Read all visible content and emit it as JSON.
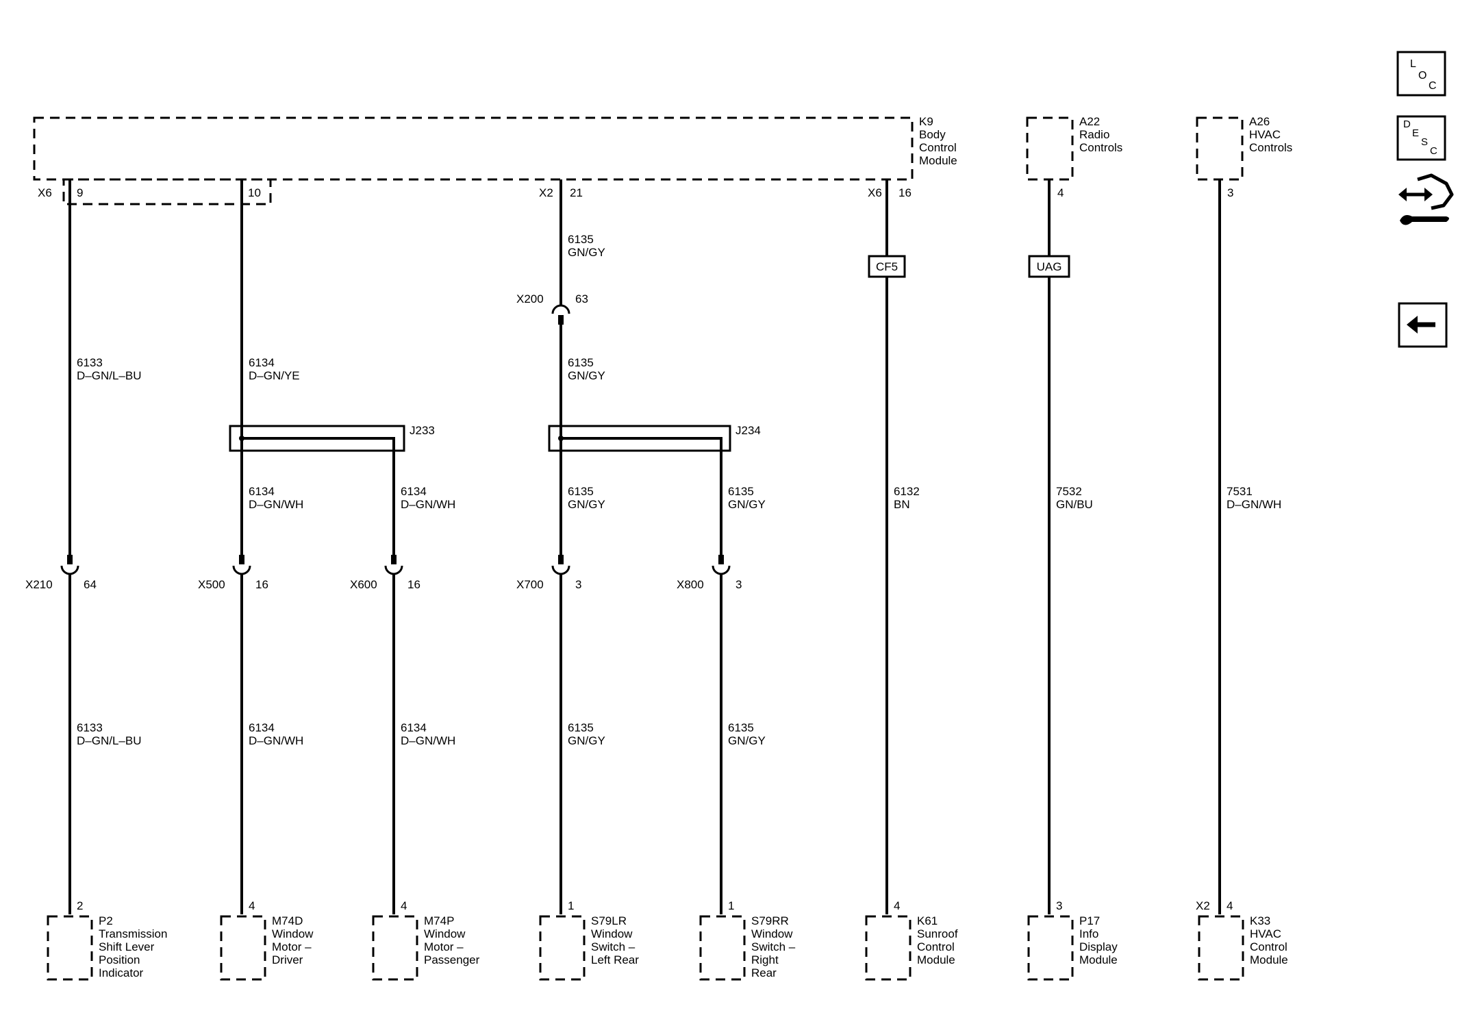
{
  "modules": {
    "k9": {
      "ref": "K9",
      "lines": [
        "Body",
        "Control",
        "Module"
      ]
    },
    "a22": {
      "ref": "A22",
      "lines": [
        "Radio",
        "Controls"
      ]
    },
    "a26": {
      "ref": "A26",
      "lines": [
        "HVAC",
        "Controls"
      ]
    }
  },
  "k9_pins": {
    "x6": "X6",
    "pin9": "9",
    "pin10": "10",
    "x2": "X2",
    "pin21": "21",
    "x6b": "X6",
    "pin16": "16",
    "a22_pin": "4",
    "a26_pin": "3"
  },
  "wires": {
    "w6133": {
      "circuit": "6133",
      "color": "D–GN/L–BU"
    },
    "w6134_upper": {
      "circuit": "6134",
      "color": "D–GN/YE"
    },
    "w6134": {
      "circuit": "6134",
      "color": "D–GN/WH"
    },
    "w6135": {
      "circuit": "6135",
      "color": "GN/GY"
    },
    "w6132": {
      "circuit": "6132",
      "color": "BN"
    },
    "w7532": {
      "circuit": "7532",
      "color": "GN/BU"
    },
    "w7531": {
      "circuit": "7531",
      "color": "D–GN/WH"
    }
  },
  "connectors": {
    "x200": {
      "ref": "X200",
      "pin": "63"
    },
    "x210": {
      "ref": "X210",
      "pin": "64"
    },
    "x500": {
      "ref": "X500",
      "pin": "16"
    },
    "x600": {
      "ref": "X600",
      "pin": "16"
    },
    "x700": {
      "ref": "X700",
      "pin": "3"
    },
    "x800": {
      "ref": "X800",
      "pin": "3"
    }
  },
  "splices": {
    "j233": "J233",
    "j234": "J234"
  },
  "inline_labels": {
    "cf5": "CF5",
    "uag": "UAG"
  },
  "components": {
    "p2": {
      "pin": "2",
      "ref": "P2",
      "lines": [
        "Transmission",
        "Shift Lever",
        "Position",
        "Indicator"
      ]
    },
    "m74d": {
      "pin": "4",
      "ref": "M74D",
      "lines": [
        "Window",
        "Motor –",
        "Driver"
      ]
    },
    "m74p": {
      "pin": "4",
      "ref": "M74P",
      "lines": [
        "Window",
        "Motor –",
        "Passenger"
      ]
    },
    "s79lr": {
      "pin": "1",
      "ref": "S79LR",
      "lines": [
        "Window",
        "Switch –",
        "Left Rear"
      ]
    },
    "s79rr": {
      "pin": "1",
      "ref": "S79RR",
      "lines": [
        "Window",
        "Switch –",
        "Right",
        "Rear"
      ]
    },
    "k61": {
      "pin": "4",
      "ref": "K61",
      "lines": [
        "Sunroof",
        "Control",
        "Module"
      ]
    },
    "p17": {
      "pin": "3",
      "ref": "P17",
      "lines": [
        "Info",
        "Display",
        "Module"
      ]
    },
    "k33": {
      "conn": "X2",
      "pin": "4",
      "ref": "K33",
      "lines": [
        "HVAC",
        "Control",
        "Module"
      ]
    }
  },
  "nav": {
    "loc": {
      "l": "L",
      "o": "O",
      "c": "C"
    },
    "desc": {
      "d": "D",
      "e": "E",
      "s": "S",
      "c": "C"
    }
  },
  "icons": [
    "connector-hand-icon",
    "back-arrow-icon"
  ]
}
